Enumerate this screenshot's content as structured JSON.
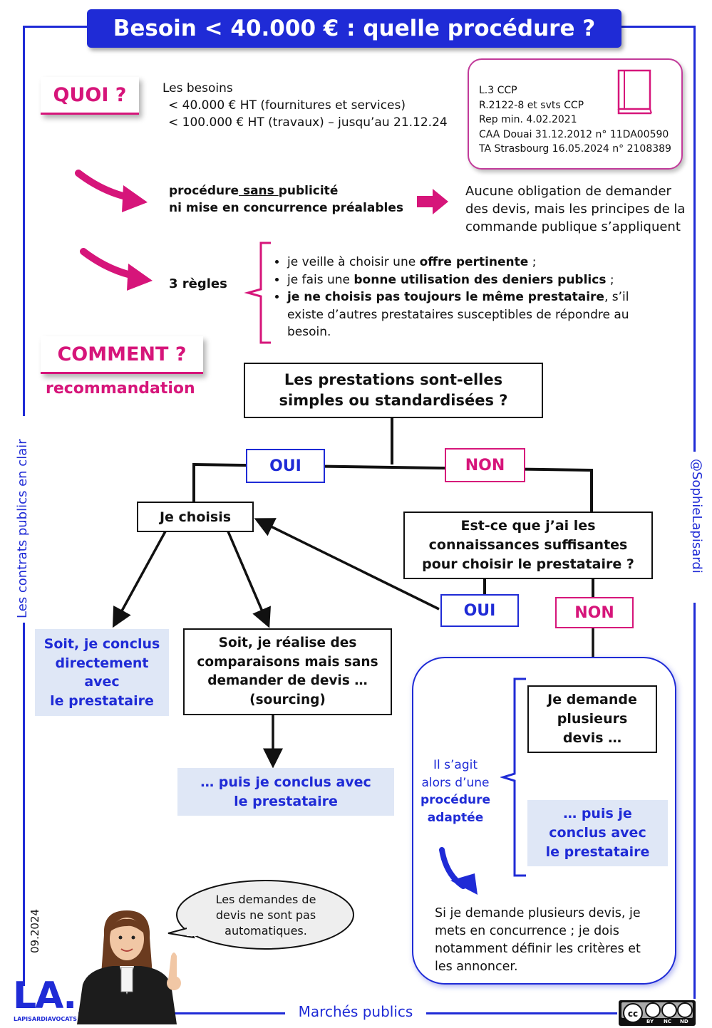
{
  "header": {
    "title": "Besoin < 40.000 € : quelle procédure ?"
  },
  "quoi": {
    "tag": "QUOI ?",
    "line1": "Les besoins",
    "line2": "< 40.000 € HT (fournitures et services)",
    "line3": "< 100.000 € HT (travaux) – jusqu’au 21.12.24"
  },
  "references": [
    "L.3 CCP",
    "R.2122-8 et svts CCP",
    "Rep min. 4.02.2021",
    "CAA Douai 31.12.2012 n° 11DA00590",
    "TA Strasbourg 16.05.2024 n° 2108389"
  ],
  "procedure": {
    "part1": "procédure",
    "part2": " sans ",
    "part3": "publicité",
    "line2": "ni mise en concurrence préalables",
    "consequence": [
      "Aucune obligation de demander",
      "des devis, mais les principes de la",
      "commande publique s’appliquent"
    ]
  },
  "rules": {
    "label": "3 règles",
    "r1_pre": "je veille à choisir une ",
    "r1_bold": "offre pertinente",
    "r1_post": " ;",
    "r2_pre": "je fais une ",
    "r2_bold": "bonne utilisation des deniers publics",
    "r2_post": " ;",
    "r3_bold": "je ne choisis pas toujours le même prestataire",
    "r3_post": ", s’il existe d’autres prestataires susceptibles de répondre au besoin."
  },
  "comment": {
    "tag": "COMMENT ?",
    "subtitle": "recommandation"
  },
  "flow": {
    "q1": [
      "Les prestations sont-elles",
      "simples ou standardisées ?"
    ],
    "oui1": "OUI",
    "non1": "NON",
    "choisis": "Je choisis",
    "q2": [
      "Est-ce que j’ai les",
      "connaissances suffisantes",
      "pour choisir le prestataire ?"
    ],
    "oui2": "OUI",
    "non2": "NON",
    "direct": [
      "Soit, je conclus",
      "directement",
      "avec",
      "le prestataire"
    ],
    "sourcing": [
      "Soit, je réalise des",
      "comparaisons mais sans",
      "demander de devis …",
      "(sourcing)"
    ],
    "then_conclude": [
      "… puis je conclus avec",
      "le prestataire"
    ],
    "devis": [
      "Je demande",
      "plusieurs",
      "devis …"
    ],
    "then_conclude2": [
      "… puis je",
      "conclus avec",
      "le prestataire"
    ],
    "adaptee": [
      "Il s’agit",
      "alors d’une",
      "procédure",
      "adaptée"
    ],
    "note": [
      "Si je demande plusieurs devis, je",
      "mets en concurrence ; je dois",
      "notamment définir les critères et",
      "les annoncer."
    ]
  },
  "bubble": [
    "Les demandes de",
    "devis ne sont pas",
    "automatiques."
  ],
  "footer": {
    "date": "09.2024",
    "logo": "LA.",
    "logo_sub": "LAPISARDIAVOCATS",
    "center": "Marchés publics",
    "left_side": "Les contrats publics en clair",
    "right_side": "@SophieLapisardi",
    "cc": [
      "BY",
      "NC",
      "ND"
    ]
  },
  "colors": {
    "blue": "#1f2bd6",
    "pink": "#d6157a",
    "light_blue": "#dfe7f6"
  }
}
